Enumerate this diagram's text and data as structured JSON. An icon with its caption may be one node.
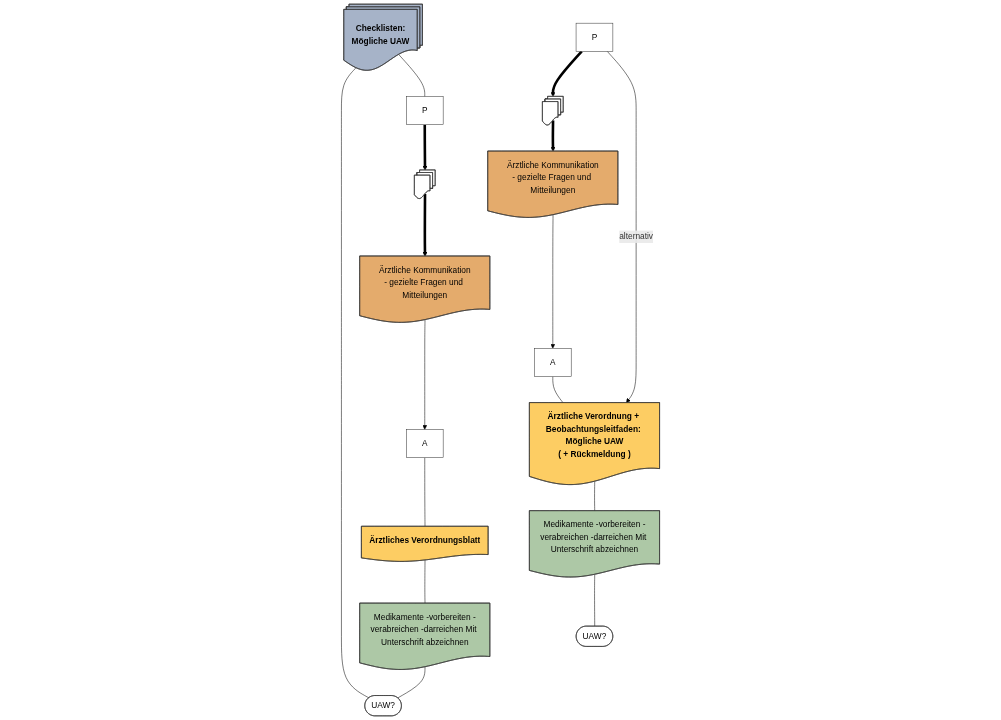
{
  "diagram": {
    "nodes": [
      {
        "text": [
          "A"
        ]
      },
      {
        "text": [
          "Ärztliches Verordnungsblatt"
        ]
      },
      {
        "text": [
          "Medikamente -vorbereiten -verabreichen -darreichen Mit Unterschrift abzeichnen"
        ]
      },
      {
        "text": [
          "UAW?"
        ]
      },
      {
        "text": [
          "Checklisten:",
          "Mögliche UAW"
        ]
      },
      {
        "text": [
          "P"
        ]
      },
      {
        "text": [],
        "shape": "document"
      },
      {
        "text": [
          "Ärztliche Kommunikation",
          "- gezielte Fragen und Mitteilungen"
        ]
      },
      {
        "text": [
          "A"
        ]
      },
      {
        "text": [
          "Ärztliche Verordnung + Beobachtungsleitfaden: Mögliche UAW",
          "( + Rückmeldung )"
        ]
      },
      {
        "text": [
          "Medikamente -vorbereiten -verabreichen -darreichen Mit Unterschrift abzeichnen"
        ]
      },
      {
        "text": [
          "UAW?"
        ]
      },
      {
        "text": [
          "P"
        ]
      },
      {
        "text": [],
        "shape": "document"
      },
      {
        "text": [
          "Ärztliche Kommunikation",
          "- gezielte Fragen und Mitteilungen"
        ]
      }
    ],
    "edges": [
      {
        "from": 0,
        "to": 1,
        "arrow": "none"
      },
      {
        "from": 1,
        "to": 2,
        "arrow": "none"
      },
      {
        "from": 2,
        "to": 3,
        "arrow": "none"
      },
      {
        "from": 4,
        "to": 3,
        "arrow": "none"
      },
      {
        "from": 4,
        "to": 5,
        "arrow": "none"
      },
      {
        "from": 5,
        "to": 6,
        "arrow": "to",
        "style": "thick"
      },
      {
        "from": 6,
        "to": 7,
        "arrow": "to",
        "style": "thick"
      },
      {
        "from": 7,
        "to": 0,
        "arrow": "to"
      },
      {
        "from": 8,
        "to": 9,
        "arrow": "none"
      },
      {
        "from": 9,
        "to": 10,
        "arrow": "none"
      },
      {
        "from": 10,
        "to": 11,
        "arrow": "none"
      },
      {
        "from": 12,
        "to": 13,
        "arrow": "to",
        "style": "thick"
      },
      {
        "from": 13,
        "to": 14,
        "arrow": "to",
        "style": "thick"
      },
      {
        "from": 14,
        "to": 8,
        "arrow": "to"
      },
      {
        "from": 12,
        "to": 9,
        "arrow": "to",
        "label": "alternativ"
      }
    ]
  }
}
